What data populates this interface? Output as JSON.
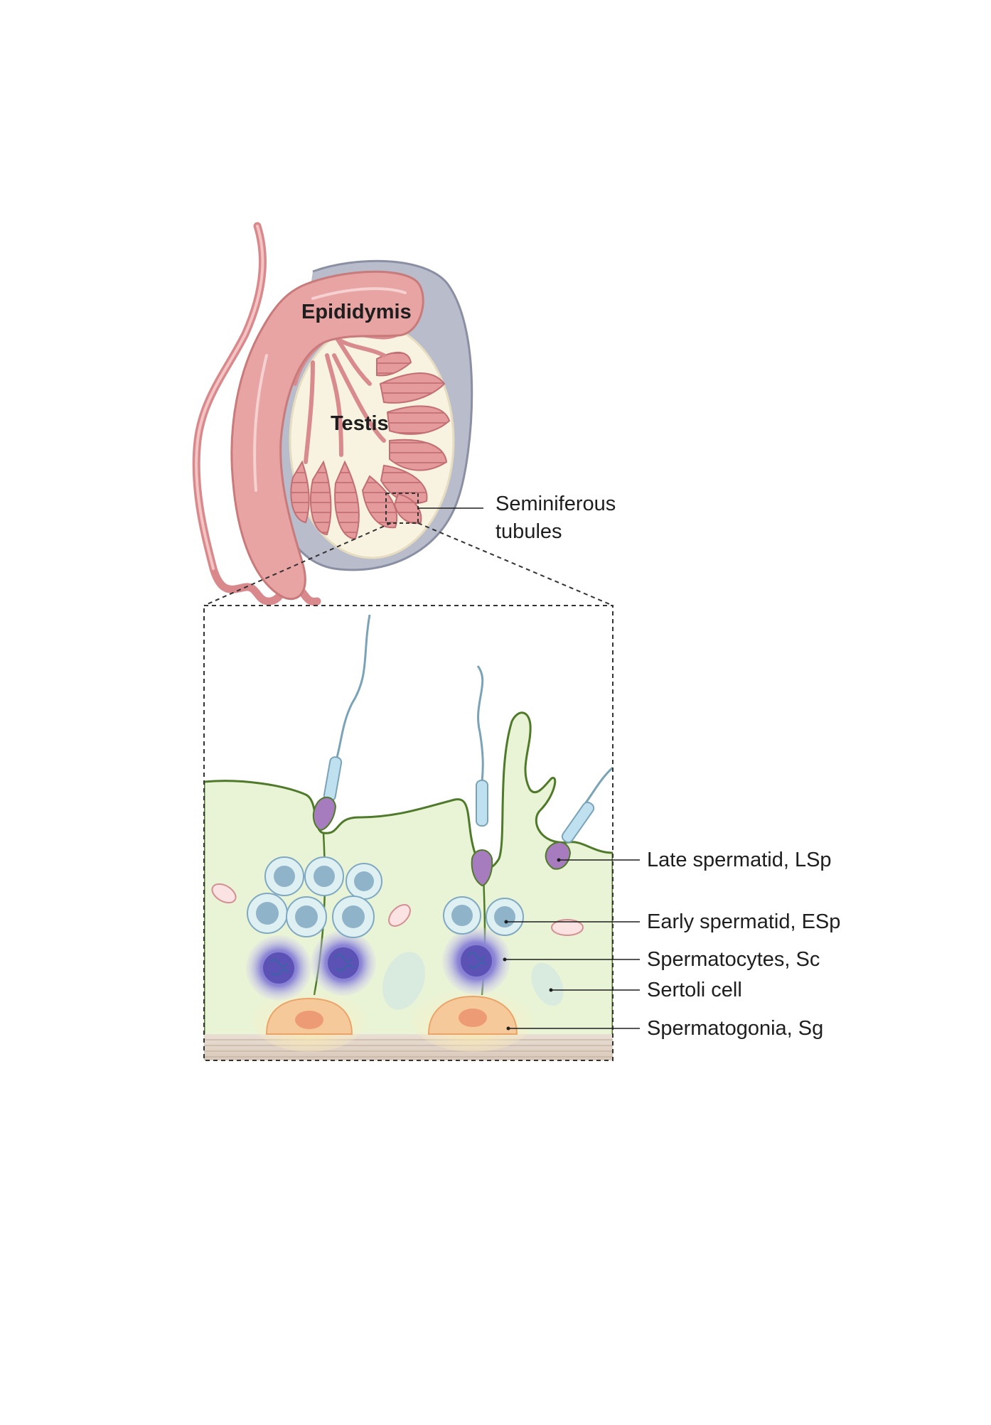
{
  "labels": {
    "epididymis": "Epididymis",
    "testis": "Testis",
    "seminiferous_line1": "Seminiferous",
    "seminiferous_line2": "tubules",
    "late_spermatid": "Late spermatid, LSp",
    "early_spermatid": "Early spermatid, ESp",
    "spermatocytes": "Spermatocytes, Sc",
    "sertoli": "Sertoli cell",
    "spermatogonia": "Spermatogonia, Sg"
  },
  "colors": {
    "epididymis": "#e8a3a3",
    "epididymis_dark": "#c97a7a",
    "tunica": "#b9bccb",
    "testis_interior": "#f8f3e1",
    "tubule": "#e59a9c",
    "sertoli_cytoplasm": "#e9f3d6",
    "sertoli_outline": "#4f7a2a",
    "early_spermatid": "#dff0f2",
    "spermatocyte": "#8b84d3",
    "spermatogonia": "#f6c99a",
    "sperm_head": "#a67cbf",
    "tail": "#7aa3b8"
  }
}
